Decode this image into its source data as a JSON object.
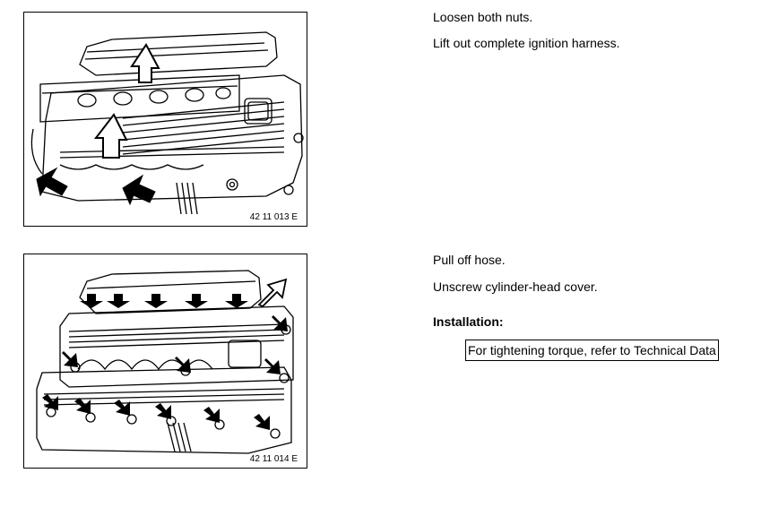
{
  "steps": {
    "step1": "Loosen both nuts.",
    "step2": "Lift out complete ignition harness.",
    "step3": "Pull off hose.",
    "step4": "Unscrew cylinder-head cover.",
    "installation_heading": "Installation:",
    "torque_reference": "For tightening torque, refer to Technical Data"
  },
  "figures": {
    "fig1_caption": "42 11 013 E",
    "fig2_caption": "42 11 014 E"
  }
}
